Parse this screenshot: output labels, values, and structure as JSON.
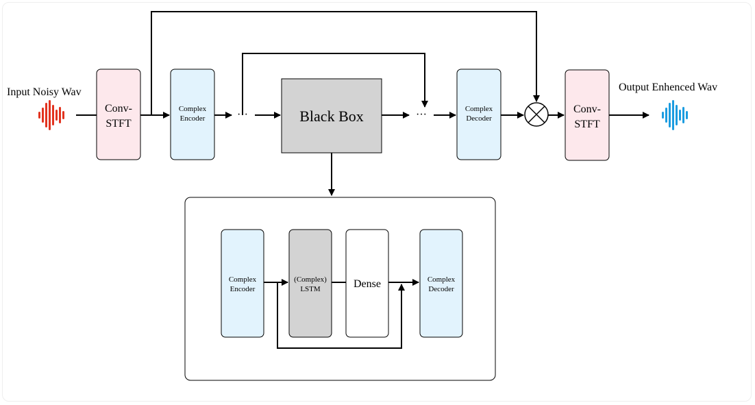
{
  "input_label": "Input Noisy Wav",
  "output_label": "Output Enhenced Wav",
  "conv_stft_in": [
    "Conv-",
    "STFT"
  ],
  "conv_stft_out": [
    "Conv-",
    "STFT"
  ],
  "complex_encoder": [
    "Complex",
    "Encoder"
  ],
  "complex_decoder": [
    "Complex",
    "Decoder"
  ],
  "black_box": "Black Box",
  "ellipsis": "···",
  "detail": {
    "encoder": [
      "Complex",
      "Encoder"
    ],
    "lstm": [
      "(Complex)",
      "LSTM"
    ],
    "dense": "Dense",
    "decoder": [
      "Complex",
      "Decoder"
    ]
  },
  "colors": {
    "stft_fill": "#fde8ec",
    "coder_fill": "#e2f3fd",
    "black_fill": "#d3d3d3",
    "lstm_fill": "#d3d3d3",
    "wave_in": "#e2331f",
    "wave_out": "#1b9ce0"
  }
}
